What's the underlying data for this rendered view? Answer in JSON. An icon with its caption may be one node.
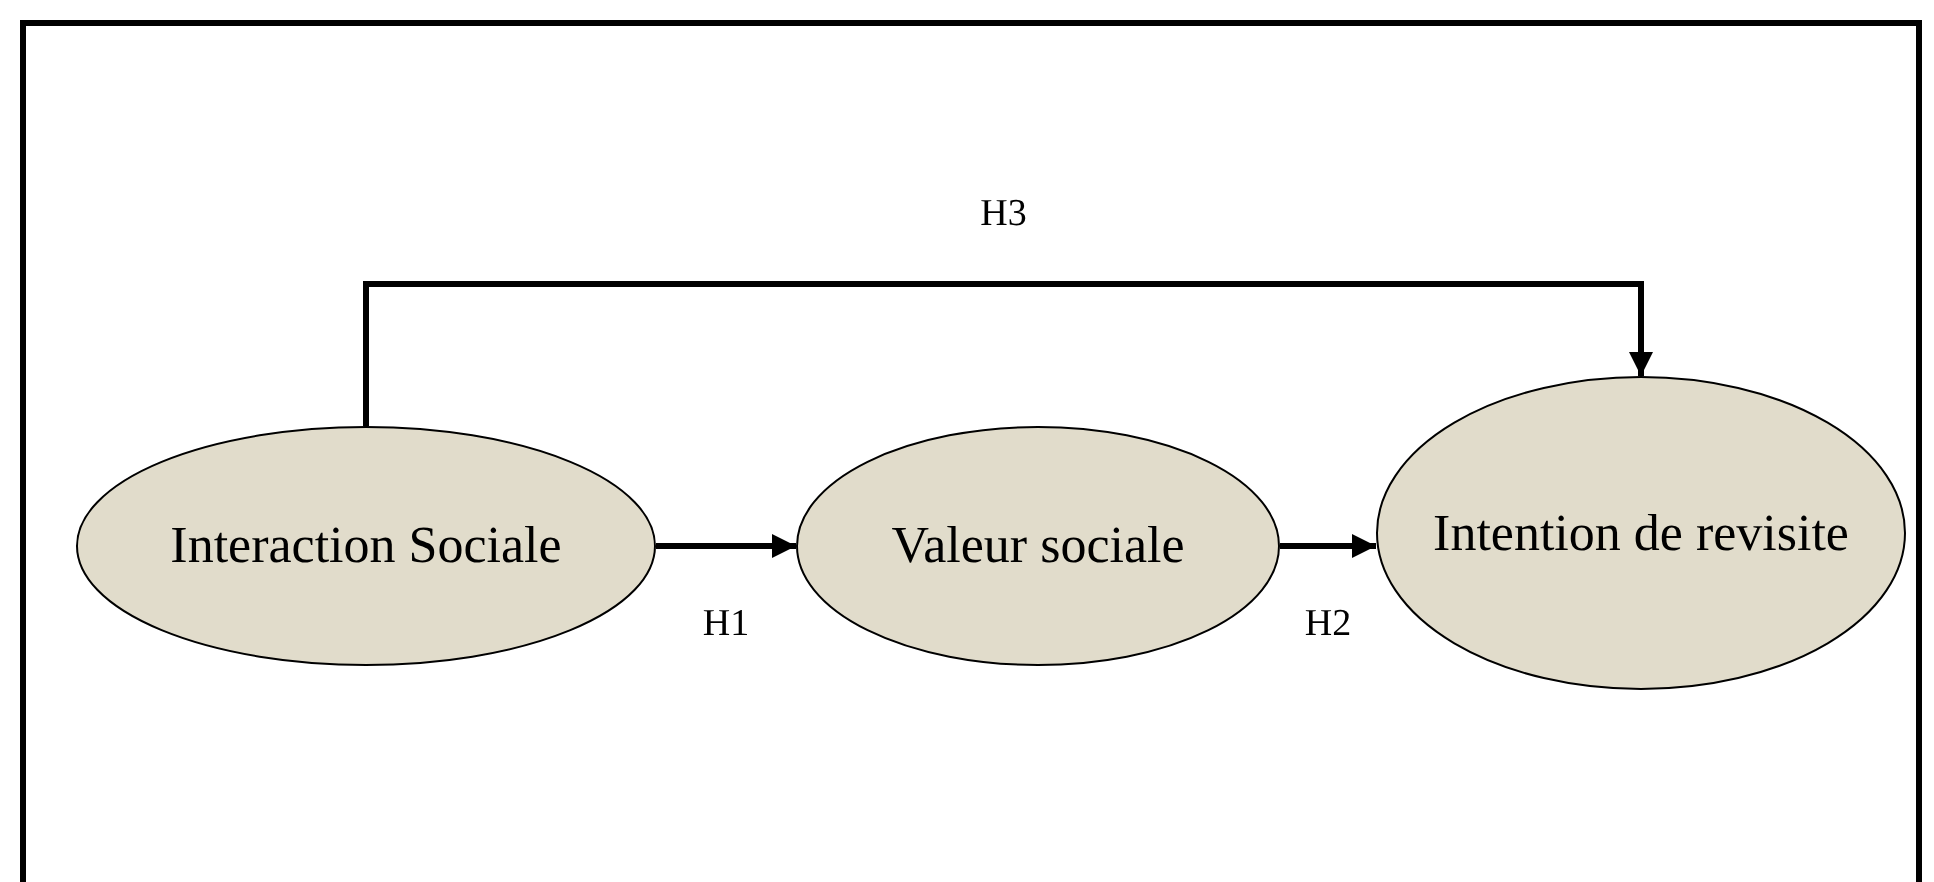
{
  "diagram": {
    "nodes": [
      {
        "text": [
          "Interaction Sociale"
        ]
      },
      {
        "text": [
          "Valeur sociale"
        ]
      },
      {
        "text": [
          "Intention de revisite"
        ]
      }
    ],
    "edges": [
      {
        "from": 0,
        "to": 1,
        "arrow": "to",
        "label": "H1"
      },
      {
        "from": 1,
        "to": 2,
        "arrow": "to",
        "label": "H2"
      },
      {
        "from": 0,
        "to": 2,
        "arrow": "to",
        "label": "H3"
      }
    ]
  }
}
